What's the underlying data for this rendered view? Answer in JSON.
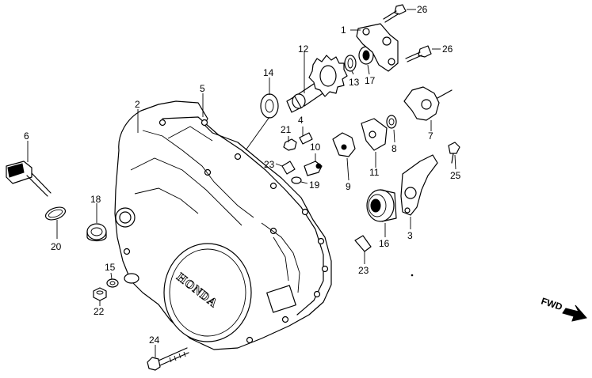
{
  "callouts": {
    "c1": "1",
    "c2": "2",
    "c3": "3",
    "c4": "4",
    "c5": "5",
    "c6": "6",
    "c7": "7",
    "c8": "8",
    "c9": "9",
    "c10": "10",
    "c11": "11",
    "c12": "12",
    "c13": "13",
    "c14": "14",
    "c15": "15",
    "c16": "16",
    "c17": "17",
    "c18": "18",
    "c19": "19",
    "c20": "20",
    "c21": "21",
    "c22": "22",
    "c23a": "23",
    "c23b": "23",
    "c24": "24",
    "c25": "25",
    "c26a": "26",
    "c26b": "26"
  },
  "cover_brand": "HONDA",
  "direction_label": "FWD"
}
